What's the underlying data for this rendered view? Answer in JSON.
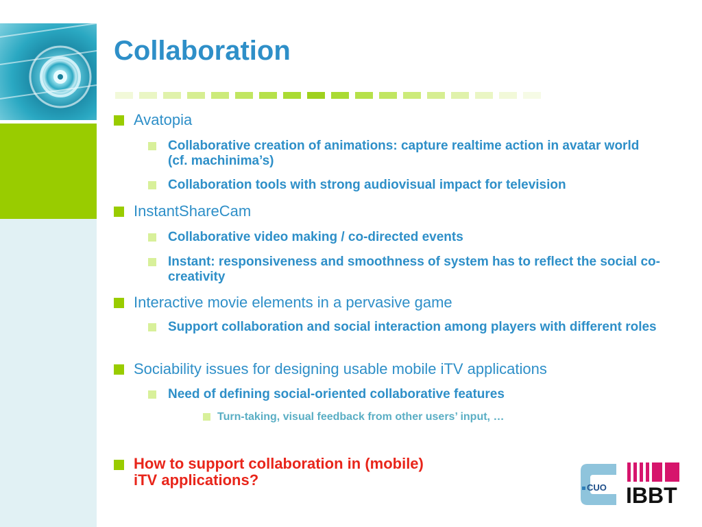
{
  "slide": {
    "title": "Collaboration",
    "items": [
      {
        "level": 1,
        "text": "Avatopia"
      },
      {
        "level": 2,
        "text": "Collaborative creation of animations: capture realtime action in avatar world (cf. machinima’s)"
      },
      {
        "level": 2,
        "text": "Collaboration tools with strong audiovisual impact for television"
      },
      {
        "level": 1,
        "text": "InstantShareCam"
      },
      {
        "level": 2,
        "text": "Collaborative video making / co-directed events"
      },
      {
        "level": 2,
        "text": "Instant: responsiveness and smoothness of system has to reflect the social co-creativity"
      },
      {
        "level": 1,
        "text": "Interactive movie elements in a pervasive game"
      },
      {
        "level": 2,
        "text": "Support collaboration and social interaction among players with different roles"
      },
      {
        "level": 1,
        "text": "Sociability issues for designing usable mobile iTV applications"
      },
      {
        "level": 2,
        "text": "Need of defining social-oriented collaborative features"
      },
      {
        "level": 3,
        "text": "Turn-taking, visual feedback from other users’ input, …"
      }
    ],
    "question_line1": "How to support collaboration in (mobile)",
    "question_line2": "iTV applications?"
  },
  "logos": {
    "cuo": "CUO",
    "ibbt": "IBBT"
  },
  "colors": {
    "title_blue": "#2e8fc8",
    "accent_green": "#99cc00",
    "question_red": "#e8251a",
    "ibbt_magenta": "#d6156c"
  }
}
